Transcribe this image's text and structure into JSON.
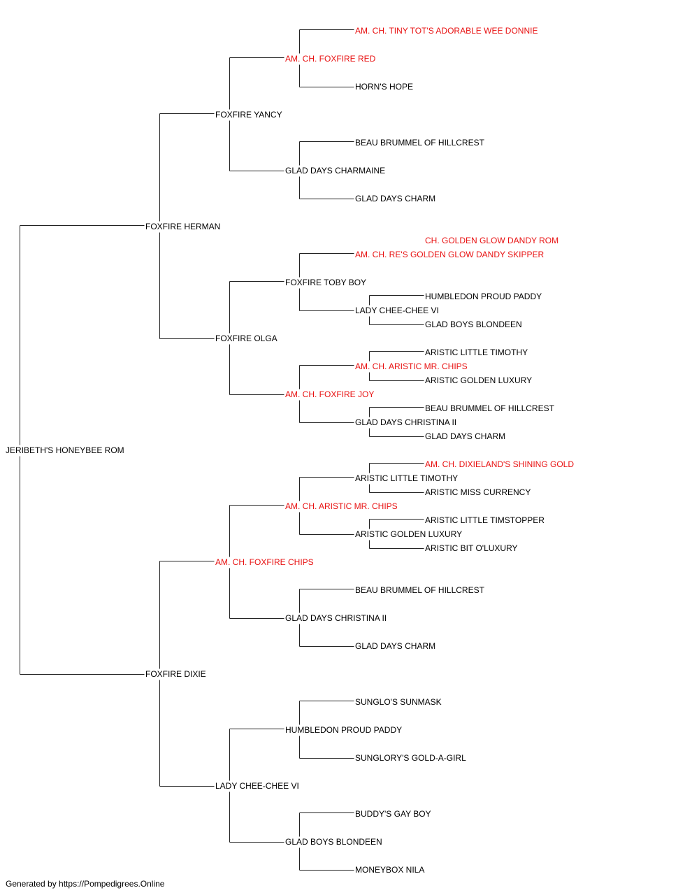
{
  "pedigree": {
    "subject": "JERIBETH'S HONEYBEE ROM",
    "colors": {
      "champion": "#e81010",
      "normal": "#000000",
      "line": "#222222"
    },
    "dogs": {
      "s": {
        "name": "FOXFIRE HERMAN",
        "champion": false
      },
      "d": {
        "name": "FOXFIRE DIXIE",
        "champion": false
      },
      "ss": {
        "name": "FOXFIRE YANCY",
        "champion": false
      },
      "sd": {
        "name": "FOXFIRE OLGA",
        "champion": false
      },
      "ds": {
        "name": "AM. CH. FOXFIRE CHIPS",
        "champion": true
      },
      "dd": {
        "name": "LADY CHEE-CHEE VI",
        "champion": false
      },
      "sss": {
        "name": "AM. CH. FOXFIRE RED",
        "champion": true
      },
      "ssd": {
        "name": "GLAD DAYS CHARMAINE",
        "champion": false
      },
      "sds": {
        "name": "FOXFIRE TOBY BOY",
        "champion": false
      },
      "sdd": {
        "name": "AM. CH. FOXFIRE JOY",
        "champion": true
      },
      "dss": {
        "name": "AM. CH. ARISTIC MR. CHIPS",
        "champion": true
      },
      "dsd": {
        "name": "GLAD DAYS CHRISTINA II",
        "champion": false
      },
      "dds": {
        "name": "HUMBLEDON PROUD PADDY",
        "champion": false
      },
      "ddd": {
        "name": "GLAD BOYS BLONDEEN",
        "champion": false
      },
      "ssss": {
        "name": "AM. CH. TINY TOT'S ADORABLE WEE DONNIE",
        "champion": true
      },
      "sssd": {
        "name": "HORN'S HOPE",
        "champion": false
      },
      "ssds": {
        "name": "BEAU BRUMMEL OF HILLCREST",
        "champion": false
      },
      "ssdd": {
        "name": "GLAD DAYS CHARM",
        "champion": false
      },
      "sdss": {
        "name": "AM. CH. RE'S GOLDEN GLOW DANDY SKIPPER",
        "champion": true
      },
      "sdsd": {
        "name": "LADY CHEE-CHEE VI",
        "champion": false
      },
      "sdds": {
        "name": "AM. CH. ARISTIC MR. CHIPS",
        "champion": true
      },
      "sddd": {
        "name": "GLAD DAYS CHRISTINA II",
        "champion": false
      },
      "dsss": {
        "name": "ARISTIC LITTLE TIMOTHY",
        "champion": false
      },
      "dssd": {
        "name": "ARISTIC GOLDEN LUXURY",
        "champion": false
      },
      "dsds": {
        "name": "BEAU BRUMMEL OF HILLCREST",
        "champion": false
      },
      "dsdd": {
        "name": "GLAD DAYS CHARM",
        "champion": false
      },
      "ddss": {
        "name": "SUNGLO'S SUNMASK",
        "champion": false
      },
      "ddsd": {
        "name": "SUNGLORY'S GOLD-A-GIRL",
        "champion": false
      },
      "ddds": {
        "name": "BUDDY'S GAY BOY",
        "champion": false
      },
      "dddd": {
        "name": "MONEYBOX NILA",
        "champion": false
      },
      "sdsss": {
        "name": "CH. GOLDEN GLOW DANDY ROM",
        "champion": true
      },
      "sdsds": {
        "name": "HUMBLEDON PROUD PADDY",
        "champion": false
      },
      "sdsdd": {
        "name": "GLAD BOYS BLONDEEN",
        "champion": false
      },
      "sddss": {
        "name": "ARISTIC LITTLE TIMOTHY",
        "champion": false
      },
      "sddsd": {
        "name": "ARISTIC GOLDEN LUXURY",
        "champion": false
      },
      "sddds": {
        "name": "BEAU BRUMMEL OF HILLCREST",
        "champion": false
      },
      "sdddd": {
        "name": "GLAD DAYS CHARM",
        "champion": false
      },
      "dssss": {
        "name": "AM. CH. DIXIELAND'S SHINING GOLD",
        "champion": true
      },
      "dsssd": {
        "name": "ARISTIC MISS CURRENCY",
        "champion": false
      },
      "dssds": {
        "name": "ARISTIC LITTLE TIMSTOPPER",
        "champion": false
      },
      "dssdd": {
        "name": "ARISTIC BIT O'LUXURY",
        "champion": false
      }
    }
  },
  "footer": "Generated by https://Pompedigrees.Online"
}
